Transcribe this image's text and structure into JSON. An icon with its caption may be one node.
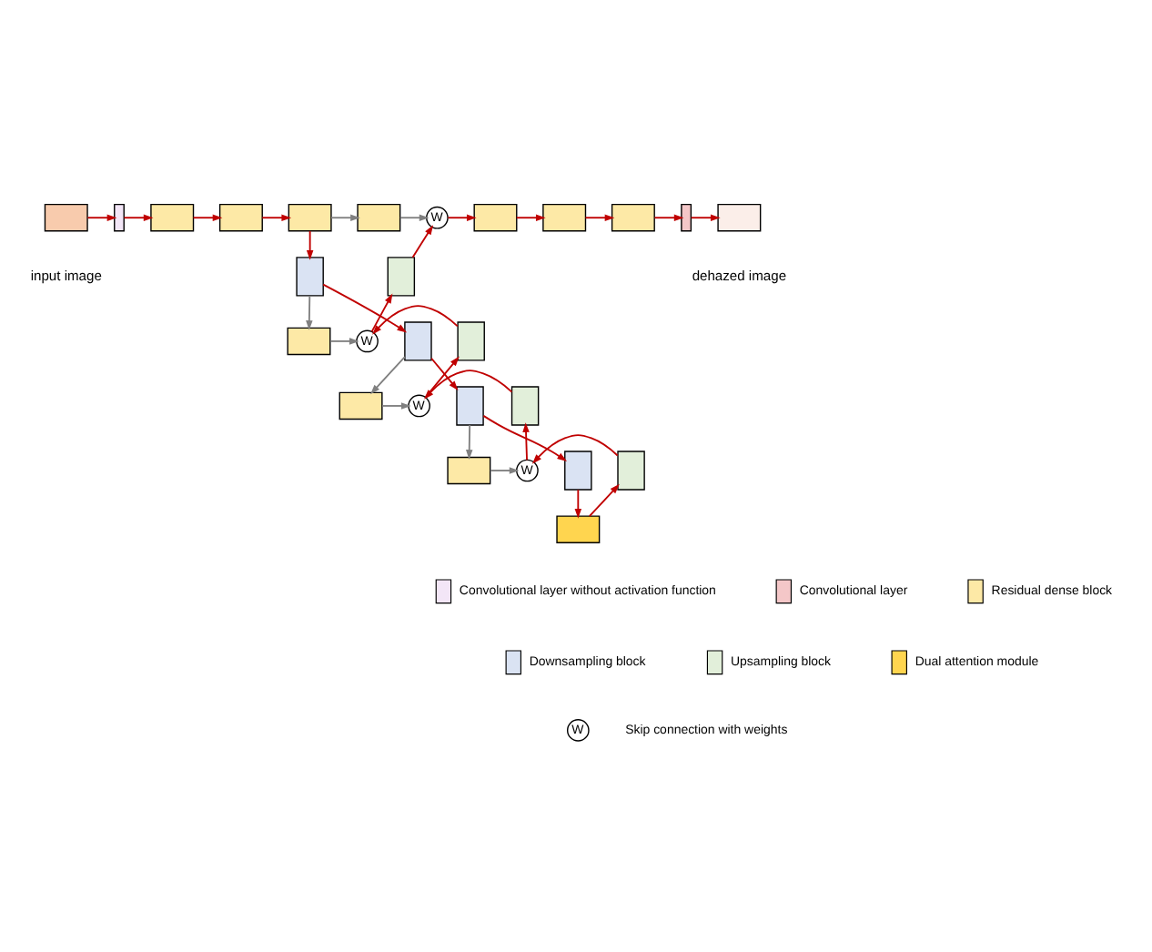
{
  "diagram": {
    "nodes": [
      {
        "text": [],
        "shape": "box",
        "beside": [
          "input image"
        ]
      },
      {
        "text": [],
        "shape": "bar"
      },
      {
        "text": [],
        "shape": "box"
      },
      {
        "text": [],
        "shape": "box"
      },
      {
        "text": [],
        "shape": "box"
      },
      {
        "text": [],
        "shape": "box"
      },
      {
        "text": [
          "W"
        ]
      },
      {
        "text": [],
        "shape": "box"
      },
      {
        "text": [],
        "shape": "box"
      },
      {
        "text": [],
        "shape": "box"
      },
      {
        "text": [],
        "shape": "bar"
      },
      {
        "text": [],
        "shape": "box",
        "beside": [
          "dehazed image"
        ]
      },
      {
        "text": [],
        "shape": "box"
      },
      {
        "text": [],
        "shape": "box"
      },
      {
        "text": [],
        "shape": "box"
      },
      {
        "text": [
          "W"
        ]
      },
      {
        "text": [],
        "shape": "box"
      },
      {
        "text": [],
        "shape": "box"
      },
      {
        "text": [],
        "shape": "box"
      },
      {
        "text": [
          "W"
        ]
      },
      {
        "text": [],
        "shape": "box"
      },
      {
        "text": [],
        "shape": "box"
      },
      {
        "text": [],
        "shape": "box"
      },
      {
        "text": [
          "W"
        ]
      },
      {
        "text": [],
        "shape": "box"
      },
      {
        "text": [],
        "shape": "box"
      },
      {
        "text": [],
        "shape": "box"
      }
    ],
    "edges": [
      {
        "from": 0,
        "to": 1,
        "arrow": "to"
      },
      {
        "from": 1,
        "to": 2,
        "arrow": "to"
      },
      {
        "from": 2,
        "to": 3,
        "arrow": "to"
      },
      {
        "from": 3,
        "to": 4,
        "arrow": "to"
      },
      {
        "from": 4,
        "to": 5,
        "arrow": "to",
        "color": "#808080"
      },
      {
        "from": 4,
        "to": 12,
        "arrow": "to"
      },
      {
        "from": 5,
        "to": 6,
        "arrow": "to",
        "color": "#808080"
      },
      {
        "from": 6,
        "to": 7,
        "arrow": "to"
      },
      {
        "from": 7,
        "to": 8,
        "arrow": "to"
      },
      {
        "from": 8,
        "to": 9,
        "arrow": "to"
      },
      {
        "from": 9,
        "to": 10,
        "arrow": "to"
      },
      {
        "from": 10,
        "to": 11,
        "arrow": "to"
      },
      {
        "from": 12,
        "to": 14,
        "arrow": "to",
        "color": "#808080"
      },
      {
        "from": 14,
        "to": 15,
        "arrow": "to",
        "color": "#808080"
      },
      {
        "from": 12,
        "to": 16,
        "arrow": "to"
      },
      {
        "from": 16,
        "to": 18,
        "arrow": "to",
        "color": "#808080"
      },
      {
        "from": 18,
        "to": 19,
        "arrow": "to",
        "color": "#808080"
      },
      {
        "from": 16,
        "to": 20,
        "arrow": "to"
      },
      {
        "from": 20,
        "to": 22,
        "arrow": "to",
        "color": "#808080"
      },
      {
        "from": 22,
        "to": 23,
        "arrow": "to",
        "color": "#808080"
      },
      {
        "from": 20,
        "to": 24,
        "arrow": "to"
      },
      {
        "from": 24,
        "to": 26,
        "arrow": "to"
      },
      {
        "from": 26,
        "to": 25,
        "arrow": "to"
      },
      {
        "from": 25,
        "to": 23,
        "arrow": "to"
      },
      {
        "from": 23,
        "to": 21,
        "arrow": "to"
      },
      {
        "from": 21,
        "to": 19,
        "arrow": "to"
      },
      {
        "from": 19,
        "to": 17,
        "arrow": "to"
      },
      {
        "from": 17,
        "to": 15,
        "arrow": "to"
      },
      {
        "from": 15,
        "to": 13,
        "arrow": "to"
      },
      {
        "from": 13,
        "to": 6,
        "arrow": "to"
      }
    ],
    "labels": [
      "W"
    ],
    "legend": [
      {
        "text": "Convolutional layer without activation function",
        "color": "#f3e6f7"
      },
      {
        "text": "Convolutional layer",
        "color": "#f4c7c8"
      },
      {
        "text": "Residual dense block",
        "color": "#fde9a6"
      },
      {
        "text": "Downsampling block",
        "color": "#dae3f3"
      },
      {
        "text": "Upsampling block",
        "color": "#e2efda"
      },
      {
        "text": "Dual attention module",
        "color": "#ffd54f"
      },
      {
        "text": "Skip connection with weights"
      }
    ]
  }
}
